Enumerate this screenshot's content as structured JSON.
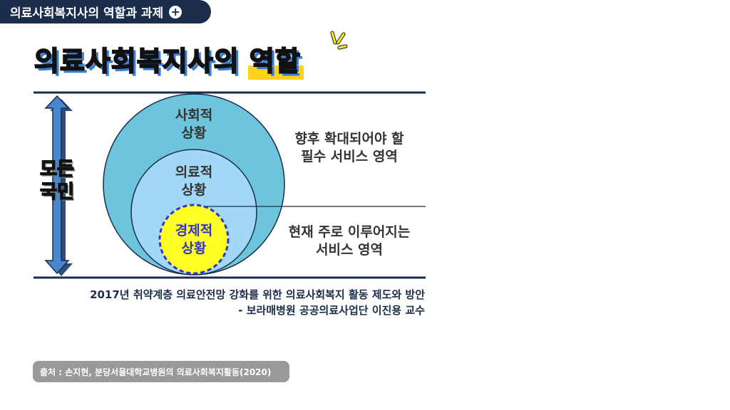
{
  "tab": {
    "label": "의료사회복지사의 역할과 과제",
    "icon": "plus-circle-icon"
  },
  "title": {
    "main": "의료사회복지사의",
    "highlight": "역할"
  },
  "diagram": {
    "axis_label_line1": "모든",
    "axis_label_line2": "국민",
    "circles": [
      {
        "line1": "사회적",
        "line2": "상황",
        "color": "#6cc5db"
      },
      {
        "line1": "의료적",
        "line2": "상황",
        "color": "#a2d8f5"
      },
      {
        "line1": "경제적",
        "line2": "상황",
        "color": "#ffff22"
      }
    ],
    "future_area": {
      "line1": "향후 확대되어야 할",
      "line2": "필수 서비스 영역"
    },
    "current_area": {
      "line1": "현재 주로 이루어지는",
      "line2": "서비스 영역"
    }
  },
  "citation": {
    "line1": "2017년 취약계층 의료안전망 강화를 위한 의료사회복지 활동 제도와 방안",
    "line2": "- 보라매병원 공공의료사업단 이진용 교수"
  },
  "source": "출처 : 손지현, 분당서울대학교병원의 의료사회복지활동(2020)"
}
